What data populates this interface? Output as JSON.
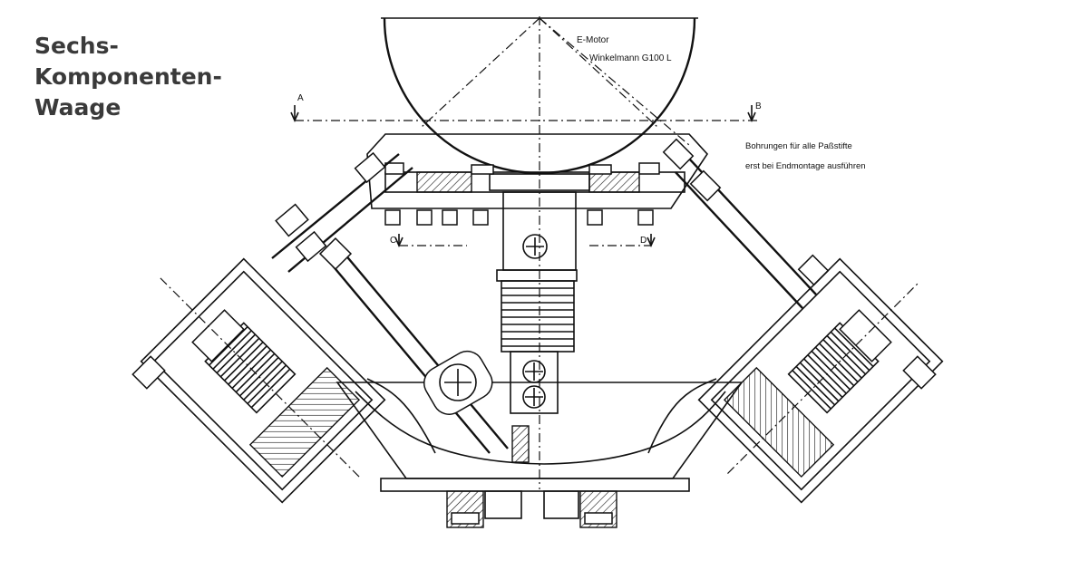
{
  "title": {
    "line1": "Sechs-",
    "line2": "Komponenten-",
    "line3": "Waage"
  },
  "motor": {
    "line1": "E-Motor",
    "line2": "Winkelmann  G100 L"
  },
  "note": {
    "line1": "Bohrungen  für alle Paßstifte",
    "line2": "erst bei Endmontage  ausführen"
  },
  "section_marks": {
    "a": "A",
    "b": "B",
    "c": "C",
    "d": "D"
  }
}
